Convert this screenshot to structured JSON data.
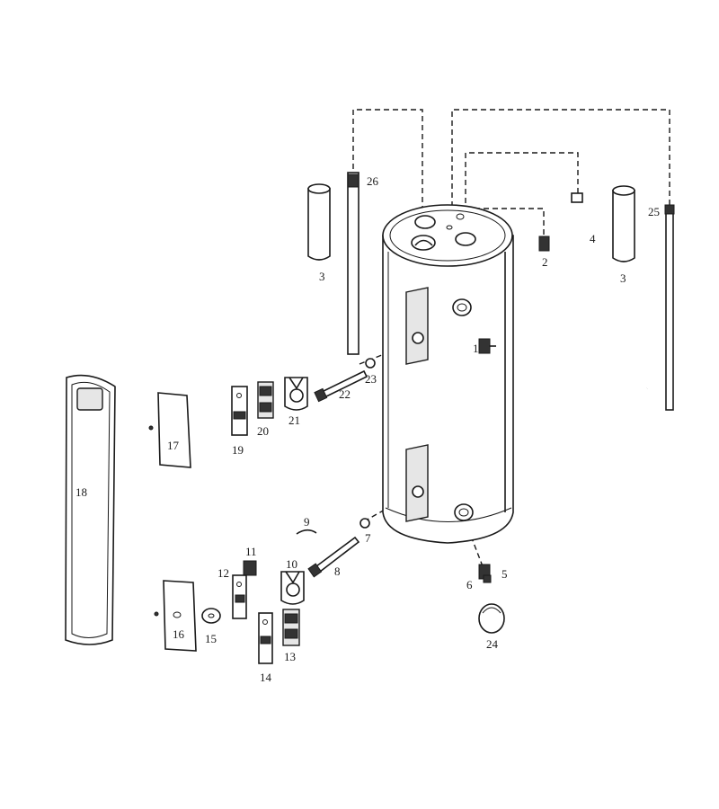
{
  "part_labels": {
    "p1": "1",
    "p2": "2",
    "p3a": "3",
    "p3b": "3",
    "p4": "4",
    "p5": "5",
    "p6": "6",
    "p7": "7",
    "p8": "8",
    "p9": "9",
    "p10": "10",
    "p11": "11",
    "p12": "12",
    "p13": "13",
    "p14": "14",
    "p15": "15",
    "p16": "16",
    "p17": "17",
    "p18": "18",
    "p19": "19",
    "p20": "20",
    "p21": "21",
    "p22": "22",
    "p23": "23",
    "p24": "24",
    "p25": "25",
    "p26": "26"
  }
}
